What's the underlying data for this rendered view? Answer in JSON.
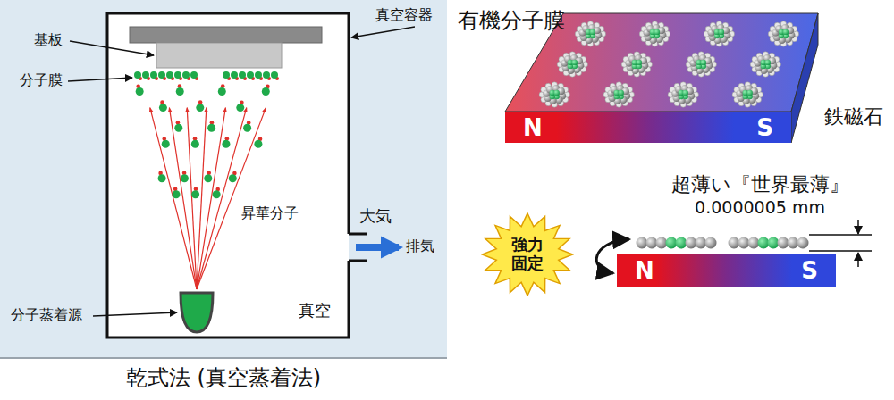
{
  "diagram": {
    "caption": "乾式法 (真空蒸着法)",
    "nodes": [
      {
        "text": [
          "N",
          "S"
        ]
      },
      {
        "text": [
          "強力固定"
        ]
      },
      {
        "text": [
          "N",
          "S"
        ]
      }
    ],
    "labels": [
      "真空容器",
      "基板",
      "分子膜",
      "昇華分子",
      "大気",
      "排気",
      "分子蒸着源",
      "真空",
      "有機分子膜",
      "鉄磁石",
      "超薄い『世界最薄』",
      "0.0000005 mm"
    ]
  }
}
